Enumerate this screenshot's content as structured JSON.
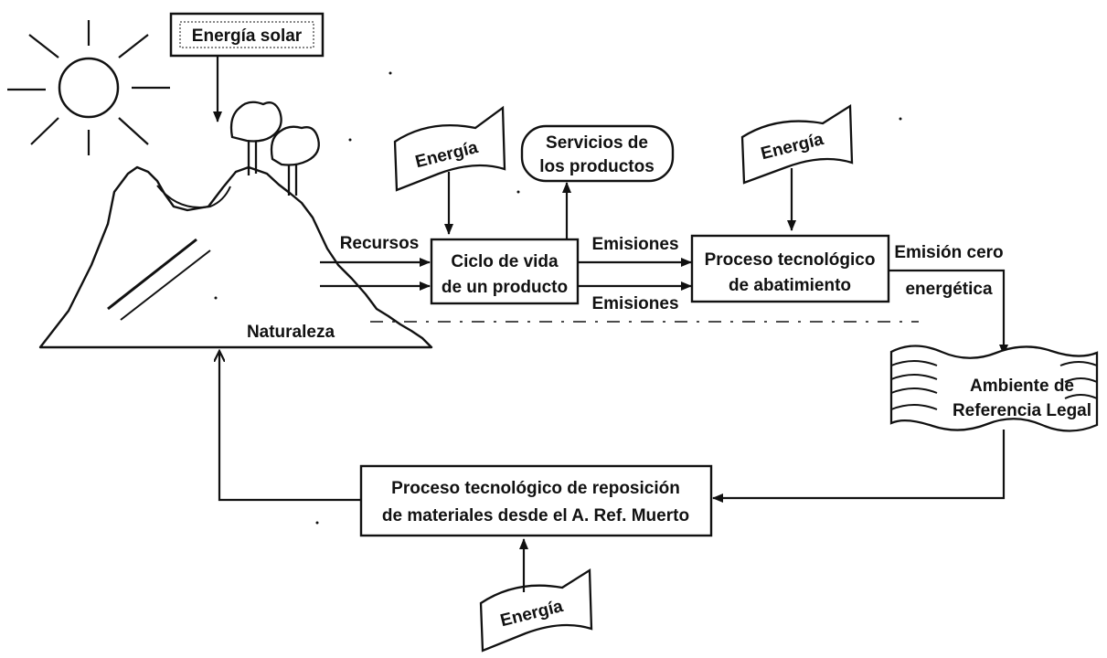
{
  "labels": {
    "solar_energy": "Energía solar",
    "nature": "Naturaleza",
    "resources": "Recursos",
    "energy_1": "Energía",
    "energy_2": "Energía",
    "energy_3": "Energía",
    "product_services_l1": "Servicios de",
    "product_services_l2": "los productos",
    "life_cycle_l1": "Ciclo de vida",
    "life_cycle_l2": "de un producto",
    "emissions_top": "Emisiones",
    "emissions_bottom": "Emisiones",
    "abatement_l1": "Proceso tecnológico",
    "abatement_l2": "de abatimiento",
    "zero_emission_l1": "Emisión cero",
    "zero_emission_l2": "energética",
    "legal_env_l1": "Ambiente de",
    "legal_env_l2": "Referencia Legal",
    "replenish_l1": "Proceso tecnológico de reposición",
    "replenish_l2": "de materiales desde el A. Ref. Muerto"
  },
  "colors": {
    "ink": "#111111",
    "paper": "#ffffff"
  }
}
